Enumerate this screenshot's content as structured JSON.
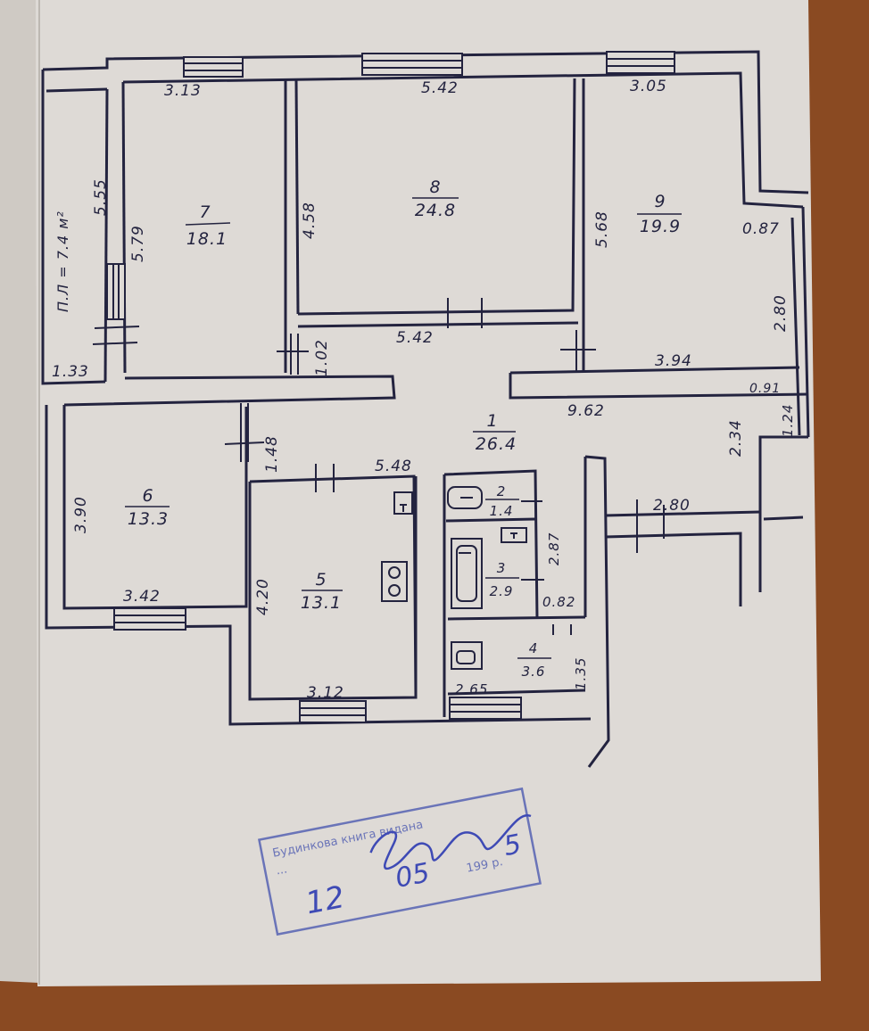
{
  "colors": {
    "table": "#8a4a22",
    "paper": "#dedad6",
    "paper_edge": "#cfcac4",
    "ink": "#23233f",
    "stamp_ink": "#6a74b8",
    "pen_ink": "#3e4ab5"
  },
  "rooms": [
    {
      "id": "room-7",
      "number": "7",
      "area": "18.1"
    },
    {
      "id": "room-8",
      "number": "8",
      "area": "24.8"
    },
    {
      "id": "room-9",
      "number": "9",
      "area": "19.9"
    },
    {
      "id": "room-1",
      "number": "1",
      "area": "26.4"
    },
    {
      "id": "room-6",
      "number": "6",
      "area": "13.3"
    },
    {
      "id": "room-5",
      "number": "5",
      "area": "13.1"
    },
    {
      "id": "room-2",
      "number": "2",
      "area": "1.4"
    },
    {
      "id": "room-3",
      "number": "3",
      "area": "2.9"
    },
    {
      "id": "room-4",
      "number": "4",
      "area": "3.6"
    }
  ],
  "balcony_label": "П.Л = 7.4 м²",
  "dimensions": [
    "3.13",
    "5.42",
    "3.05",
    "5.55",
    "5.79",
    "4.58",
    "5.68",
    "0.87",
    "2.80",
    "1.33",
    "5.42",
    "1.02",
    "3.94",
    "0.91",
    "9.62",
    "1.24",
    "2.34",
    "1.48",
    "5.48",
    "3.90",
    "2.80",
    "2.87",
    "4.20",
    "3.42",
    "0.82",
    "1.35",
    "3.12",
    "2.65"
  ],
  "stamp": {
    "header": "Будинкова книга видана",
    "line2": "...",
    "year_suffix": "199  р.",
    "handwritten_day": "12",
    "handwritten_month": "05",
    "handwritten_digit": "5"
  },
  "icons": [
    "window-icon",
    "door-icon",
    "stove-icon",
    "sink-icon",
    "bathtub-icon",
    "toilet-icon"
  ]
}
